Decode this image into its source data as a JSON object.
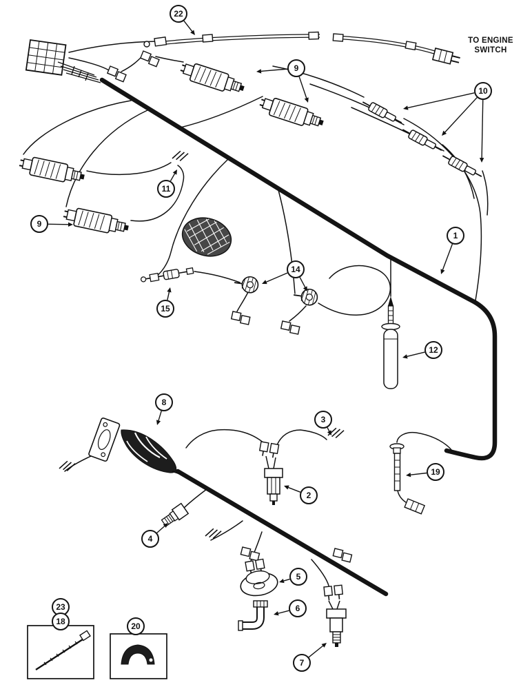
{
  "figure": {
    "note": "TO ENGINE\nSWITCH",
    "callouts": [
      {
        "label": "22"
      },
      {
        "label": "9"
      },
      {
        "label": "10"
      },
      {
        "label": "11"
      },
      {
        "label": "9"
      },
      {
        "label": "1"
      },
      {
        "label": "14"
      },
      {
        "label": "15"
      },
      {
        "label": "12"
      },
      {
        "label": "8"
      },
      {
        "label": "3"
      },
      {
        "label": "2"
      },
      {
        "label": "19"
      },
      {
        "label": "4"
      },
      {
        "label": "5"
      },
      {
        "label": "6"
      },
      {
        "label": "7"
      },
      {
        "label": "23"
      },
      {
        "label": "18"
      },
      {
        "label": "20"
      }
    ]
  }
}
